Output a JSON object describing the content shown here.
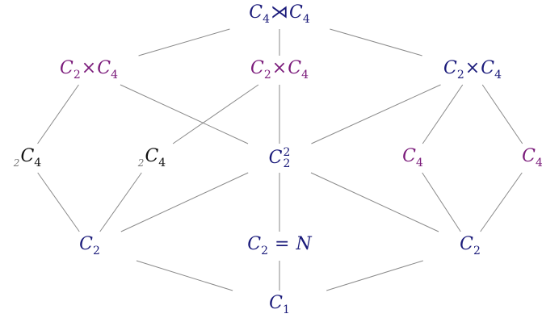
{
  "colors": {
    "navy": "#1a1a7a",
    "purple": "#7a1a7a",
    "black": "#111111",
    "edge": "#8a8a8a"
  },
  "nodes": [
    {
      "id": "top",
      "base": "C",
      "sub": "4",
      "op": "⋊",
      "base2": "C",
      "sub2": "4",
      "color": "navy"
    },
    {
      "id": "l1",
      "base": "C",
      "sub": "2",
      "op": "×",
      "base2": "C",
      "sub2": "4",
      "color": "purple"
    },
    {
      "id": "m1",
      "base": "C",
      "sub": "2",
      "op": "×",
      "base2": "C",
      "sub2": "4",
      "color": "purple"
    },
    {
      "id": "r1",
      "base": "C",
      "sub": "2",
      "op": "×",
      "base2": "C",
      "sub2": "4",
      "color": "navy"
    },
    {
      "id": "a",
      "pre": "2",
      "base": "C",
      "sub": "4",
      "color": "black"
    },
    {
      "id": "b",
      "pre": "2",
      "base": "C",
      "sub": "4",
      "color": "black"
    },
    {
      "id": "c",
      "base": "C",
      "sub": "2",
      "sup": "2",
      "color": "navy"
    },
    {
      "id": "d",
      "base": "C",
      "sub": "4",
      "color": "purple"
    },
    {
      "id": "e",
      "base": "C",
      "sub": "4",
      "color": "purple"
    },
    {
      "id": "lowL",
      "base": "C",
      "sub": "2",
      "color": "navy"
    },
    {
      "id": "lowM",
      "base": "C",
      "sub": "2",
      "op": "=",
      "base2": "N",
      "color": "navy"
    },
    {
      "id": "lowR",
      "base": "C",
      "sub": "2",
      "color": "navy"
    },
    {
      "id": "bottom",
      "base": "C",
      "sub": "1",
      "color": "navy"
    }
  ],
  "edges": [
    [
      "top",
      "l1"
    ],
    [
      "top",
      "m1"
    ],
    [
      "top",
      "r1"
    ],
    [
      "l1",
      "a"
    ],
    [
      "l1",
      "c"
    ],
    [
      "m1",
      "b"
    ],
    [
      "m1",
      "c"
    ],
    [
      "r1",
      "c"
    ],
    [
      "r1",
      "d"
    ],
    [
      "r1",
      "e"
    ],
    [
      "a",
      "lowL"
    ],
    [
      "b",
      "lowL"
    ],
    [
      "c",
      "lowL"
    ],
    [
      "c",
      "lowM"
    ],
    [
      "c",
      "lowR"
    ],
    [
      "d",
      "lowR"
    ],
    [
      "e",
      "lowR"
    ],
    [
      "lowL",
      "bottom"
    ],
    [
      "lowM",
      "bottom"
    ],
    [
      "lowR",
      "bottom"
    ]
  ]
}
